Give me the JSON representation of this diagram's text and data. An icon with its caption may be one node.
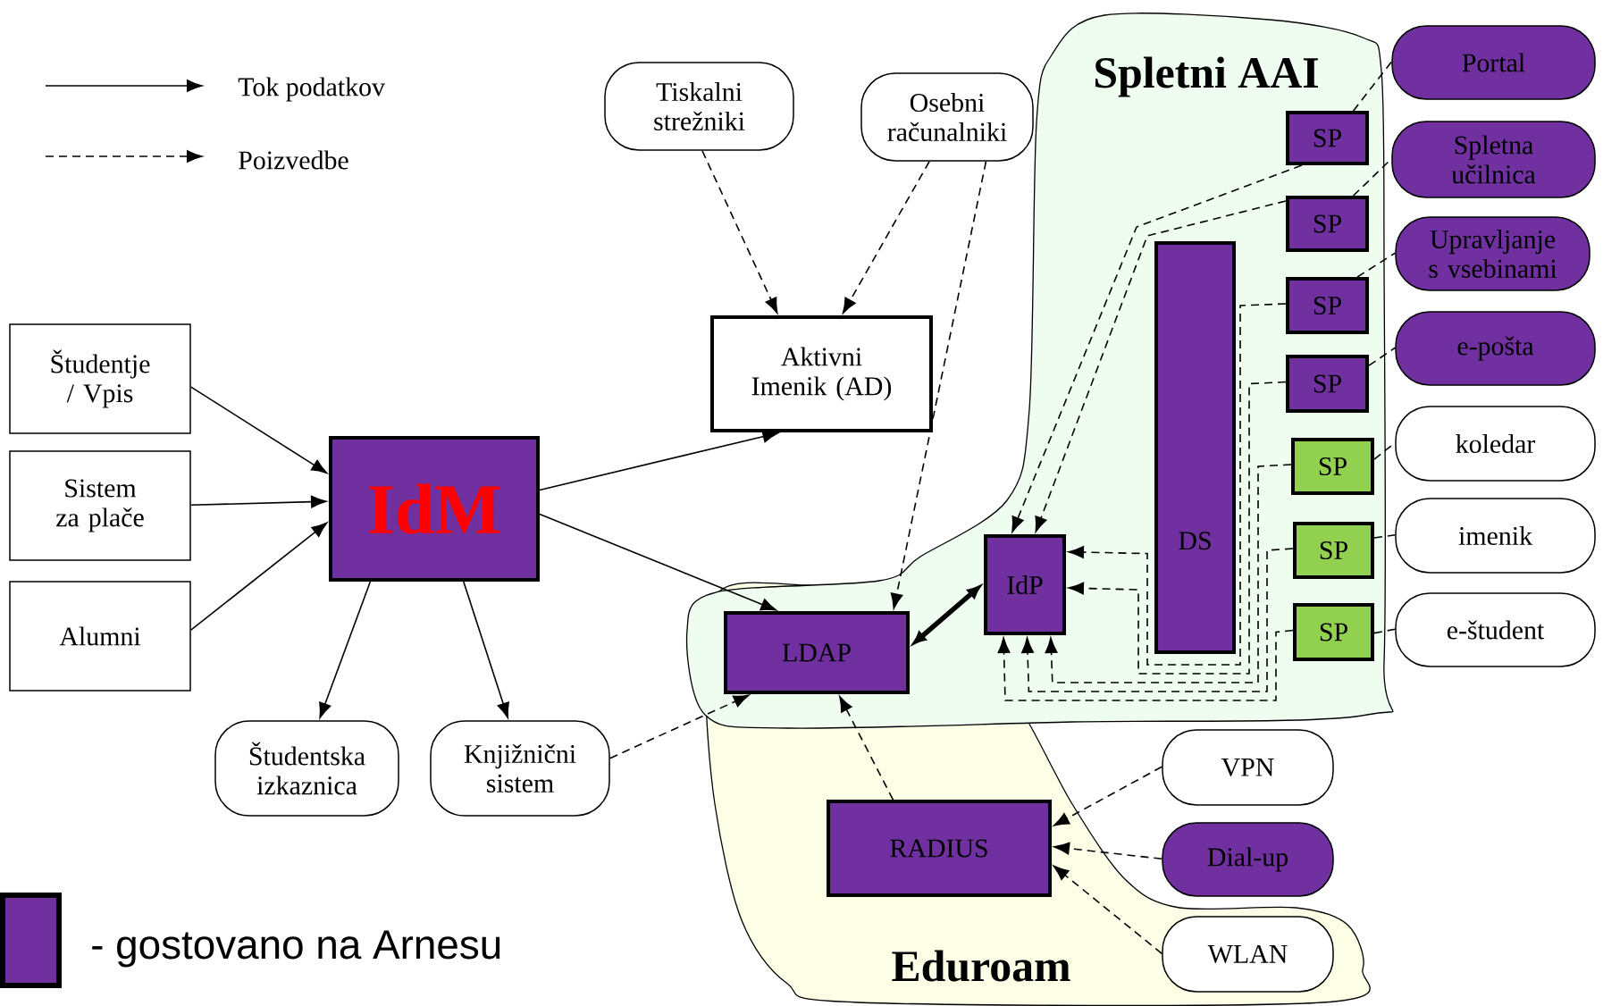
{
  "diagram": {
    "nodes": [
      {
        "text": [
          "Študentje / Vpis"
        ]
      },
      {
        "text": [
          "Sistem za plače"
        ]
      },
      {
        "text": [
          "Alumni"
        ]
      },
      {
        "text": [
          "IdM"
        ]
      },
      {
        "text": [
          "Tiskalni strežniki"
        ]
      },
      {
        "text": [
          "Osebni računalniki"
        ]
      },
      {
        "text": [
          "Aktivni Imenik (AD)"
        ]
      },
      {
        "text": [
          "Študentska izkaznica"
        ]
      },
      {
        "text": [
          "Knjižnični sistem"
        ]
      },
      {
        "text": [
          "Spletni AAI"
        ]
      },
      {
        "text": [
          "SP"
        ],
        "in": 9
      },
      {
        "text": [
          "SP"
        ],
        "in": 9
      },
      {
        "text": [
          "SP"
        ],
        "in": 9
      },
      {
        "text": [
          "SP"
        ],
        "in": 9
      },
      {
        "text": [
          "SP"
        ],
        "in": 9
      },
      {
        "text": [
          "SP"
        ],
        "in": 9
      },
      {
        "text": [
          "SP"
        ],
        "in": 9
      },
      {
        "text": [
          "DS"
        ],
        "in": 9
      },
      {
        "text": [
          "IdP"
        ],
        "in": 9
      },
      {
        "text": [
          "LDAP"
        ]
      },
      {
        "text": [
          "Eduroam"
        ]
      },
      {
        "text": [
          "RADIUS"
        ],
        "in": 20
      },
      {
        "text": [
          "Portal"
        ]
      },
      {
        "text": [
          "Spletna učilnica"
        ]
      },
      {
        "text": [
          "Upravljanje s vsebinami"
        ]
      },
      {
        "text": [
          "e-pošta"
        ]
      },
      {
        "text": [
          "koledar"
        ]
      },
      {
        "text": [
          "imenik"
        ]
      },
      {
        "text": [
          "e-študent"
        ]
      },
      {
        "text": [
          "VPN"
        ]
      },
      {
        "text": [
          "Dial-up"
        ]
      },
      {
        "text": [
          "WLAN"
        ],
        "in": 20
      }
    ],
    "edges": [
      {
        "from": 0,
        "to": 3,
        "arrow": "to"
      },
      {
        "from": 1,
        "to": 3,
        "arrow": "to"
      },
      {
        "from": 2,
        "to": 3,
        "arrow": "to"
      },
      {
        "from": 3,
        "to": 6,
        "arrow": "to"
      },
      {
        "from": 3,
        "to": 19,
        "arrow": "to"
      },
      {
        "from": 3,
        "to": 7,
        "arrow": "to"
      },
      {
        "from": 3,
        "to": 8,
        "arrow": "to"
      },
      {
        "from": 4,
        "to": 6,
        "arrow": "to",
        "style": "dashed"
      },
      {
        "from": 5,
        "to": 6,
        "arrow": "to",
        "style": "dashed"
      },
      {
        "from": 5,
        "to": 19,
        "arrow": "to",
        "style": "dashed"
      },
      {
        "from": 8,
        "to": 19,
        "arrow": "to",
        "style": "dashed"
      },
      {
        "from": 19,
        "to": 18,
        "arrow": "both",
        "style": "thick"
      },
      {
        "from": 10,
        "to": 18,
        "arrow": "to",
        "style": "dashed"
      },
      {
        "from": 11,
        "to": 18,
        "arrow": "to",
        "style": "dashed"
      },
      {
        "from": 12,
        "to": 18,
        "arrow": "to",
        "style": "dashed"
      },
      {
        "from": 13,
        "to": 18,
        "arrow": "to",
        "style": "dashed"
      },
      {
        "from": 14,
        "to": 18,
        "arrow": "to",
        "style": "dashed"
      },
      {
        "from": 15,
        "to": 18,
        "arrow": "to",
        "style": "dashed"
      },
      {
        "from": 16,
        "to": 18,
        "arrow": "to",
        "style": "dashed"
      },
      {
        "from": 10,
        "to": 22,
        "arrow": "none",
        "style": "dashed"
      },
      {
        "from": 11,
        "to": 23,
        "arrow": "none",
        "style": "dashed"
      },
      {
        "from": 12,
        "to": 24,
        "arrow": "none",
        "style": "dashed"
      },
      {
        "from": 13,
        "to": 25,
        "arrow": "none",
        "style": "dashed"
      },
      {
        "from": 14,
        "to": 26,
        "arrow": "none",
        "style": "dashed"
      },
      {
        "from": 15,
        "to": 27,
        "arrow": "none",
        "style": "dashed"
      },
      {
        "from": 16,
        "to": 28,
        "arrow": "none",
        "style": "dashed"
      },
      {
        "from": 21,
        "to": 19,
        "arrow": "to",
        "style": "dashed"
      },
      {
        "from": 29,
        "to": 21,
        "arrow": "to",
        "style": "dashed"
      },
      {
        "from": 30,
        "to": 21,
        "arrow": "to",
        "style": "dashed"
      },
      {
        "from": 31,
        "to": 21,
        "arrow": "to",
        "style": "dashed"
      }
    ],
    "legend": [
      {
        "text": "Tok podatkov"
      },
      {
        "text": "Poizvedbe"
      },
      {
        "text": "- gostovano na Arnesu",
        "color": "#7030a0"
      }
    ]
  }
}
